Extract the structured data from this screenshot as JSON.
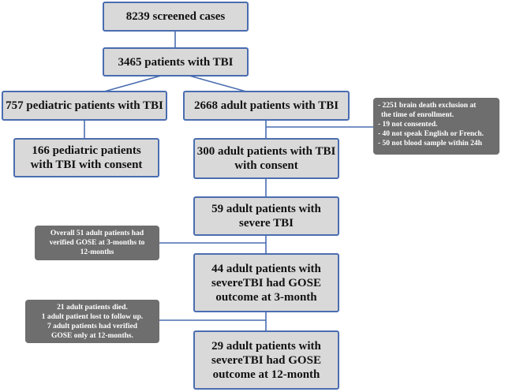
{
  "boxes": {
    "screened": "8239 screened cases",
    "tbi": "3465 patients with TBI",
    "pediatric": "757 pediatric patients with TBI",
    "adult": "2668 adult patients with TBI",
    "pediatric_consent_line1": "166 pediatric patients",
    "pediatric_consent_line2": "with TBI with consent",
    "adult_consent_line1": "300 adult patients with TBI",
    "adult_consent_line2": "with consent",
    "severe_line1": "59 adult patients with",
    "severe_line2": "severe TBI",
    "gose3_line1": "44 adult patients with",
    "gose3_line2": "severeTBI had GOSE",
    "gose3_line3": "outcome at 3-month",
    "gose12_line1": "29 adult patients with",
    "gose12_line2": "severeTBI had GOSE",
    "gose12_line3": "outcome at 12-month"
  },
  "notes": {
    "exclusions": [
      "- 2251 brain death exclusion at",
      "the  time of enrollment.",
      "- 19 not consented.",
      "- 40 not speak English or French.",
      "- 50 not blood sample within 24h"
    ],
    "overall": [
      "Overall 51 adult patients had",
      "verified GOSE at 3-months to",
      "12-months"
    ],
    "followup": [
      "21 adult patients died.",
      "1 adult patient lost to follow up.",
      "7 adult patients had verified",
      "GOSE only at 12-months."
    ]
  },
  "colors": {
    "box_fill": "#d9d9d9",
    "box_border": "#4a6db0",
    "note_fill": "#6e6e6e",
    "connector": "#4a6db0"
  }
}
